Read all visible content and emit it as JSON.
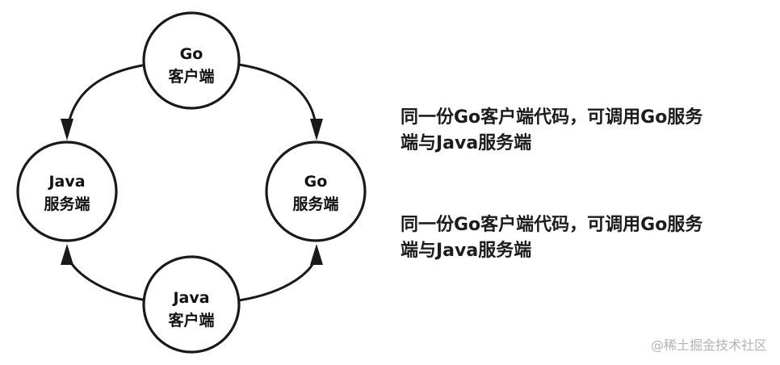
{
  "nodes": {
    "go_client": {
      "line1": "Go",
      "line2": "客户端"
    },
    "java_server": {
      "line1": "Java",
      "line2": "服务端"
    },
    "go_server": {
      "line1": "Go",
      "line2": "服务端"
    },
    "java_client": {
      "line1": "Java",
      "line2": "客户端"
    }
  },
  "edges": [
    {
      "from": "go_client",
      "to": "java_server"
    },
    {
      "from": "go_client",
      "to": "go_server"
    },
    {
      "from": "java_client",
      "to": "java_server"
    },
    {
      "from": "java_client",
      "to": "go_server"
    }
  ],
  "captions": [
    "同一份Go客户端代码，可调用Go服务\n端与Java服务端",
    "同一份Go客户端代码，可调用Go服务\n端与Java服务端"
  ],
  "watermark": "@稀土掘金技术社区",
  "colors": {
    "stroke": "#1a1a1a",
    "text": "#111111",
    "watermark": "#b4b4b4"
  }
}
